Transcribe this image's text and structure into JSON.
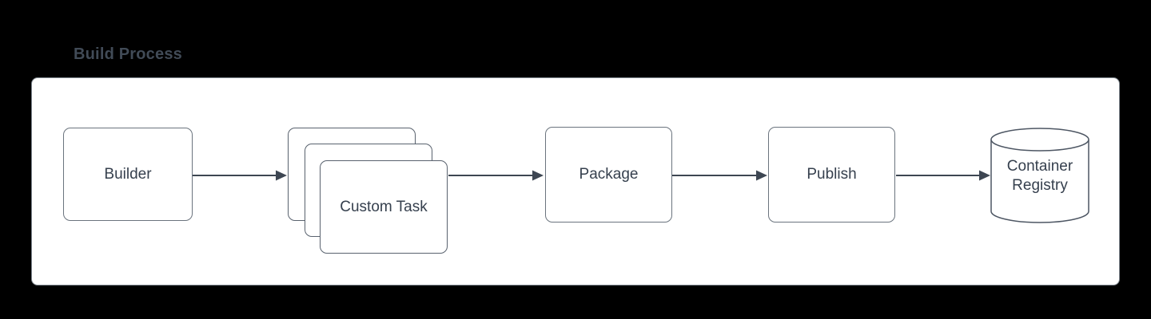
{
  "title": "Build Process",
  "diagram": {
    "nodes": [
      {
        "id": "builder",
        "label": "Builder",
        "shape": "rounded-rectangle"
      },
      {
        "id": "custom-task",
        "label": "Custom Task",
        "shape": "stacked-rounded-rectangles",
        "stack_count": 3
      },
      {
        "id": "package",
        "label": "Package",
        "shape": "rounded-rectangle"
      },
      {
        "id": "publish",
        "label": "Publish",
        "shape": "rounded-rectangle"
      },
      {
        "id": "container-registry",
        "label": "Container Registry",
        "shape": "cylinder"
      }
    ],
    "edges": [
      {
        "from": "builder",
        "to": "custom-task"
      },
      {
        "from": "custom-task",
        "to": "package"
      },
      {
        "from": "package",
        "to": "publish"
      },
      {
        "from": "publish",
        "to": "container-registry"
      }
    ]
  },
  "colors": {
    "canvas_background": "#000000",
    "panel_background": "#ffffff",
    "panel_border": "#7e868e",
    "shape_border": "#6b747e",
    "connector": "#3d4652",
    "node_text": "#36404e",
    "title_text": "#414b57"
  }
}
